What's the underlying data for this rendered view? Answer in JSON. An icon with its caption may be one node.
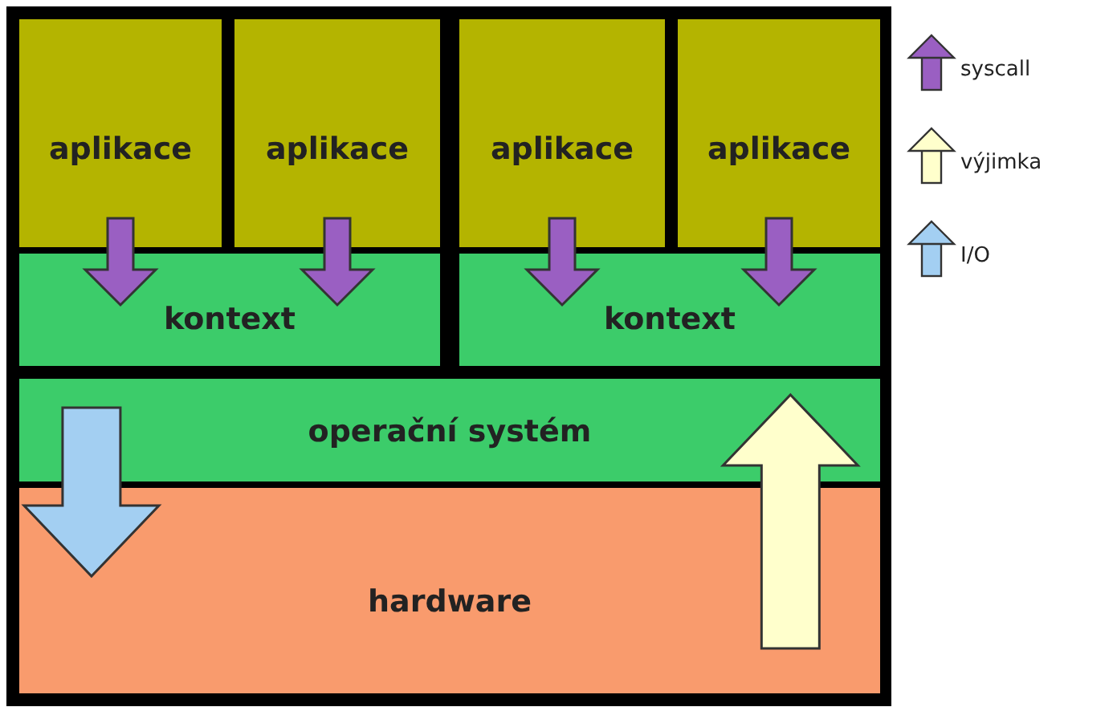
{
  "diagram": {
    "nodes": [
      {
        "text": [
          "aplikace"
        ]
      },
      {
        "text": [
          "aplikace"
        ]
      },
      {
        "text": [
          "aplikace"
        ]
      },
      {
        "text": [
          "aplikace"
        ]
      },
      {
        "text": [
          "kontext"
        ]
      },
      {
        "text": [
          "kontext"
        ]
      },
      {
        "text": [
          "operační systém"
        ]
      },
      {
        "text": [
          "hardware"
        ]
      }
    ],
    "edges": [
      {
        "from": 0,
        "to": 4,
        "arrow": "to"
      },
      {
        "from": 1,
        "to": 4,
        "arrow": "to"
      },
      {
        "from": 2,
        "to": 5,
        "arrow": "to"
      },
      {
        "from": 3,
        "to": 5,
        "arrow": "to"
      },
      {
        "from": 6,
        "to": 7,
        "arrow": "to",
        "color": "#a3cff2"
      },
      {
        "from": 7,
        "to": 6,
        "arrow": "to",
        "color": "#ffffcc"
      }
    ],
    "legend": [
      {
        "text": "syscall",
        "color": "#9a5fc2"
      },
      {
        "text": "výjimka",
        "color": "#ffffcc"
      },
      {
        "text": "I/O",
        "color": "#a3cff2"
      }
    ]
  }
}
